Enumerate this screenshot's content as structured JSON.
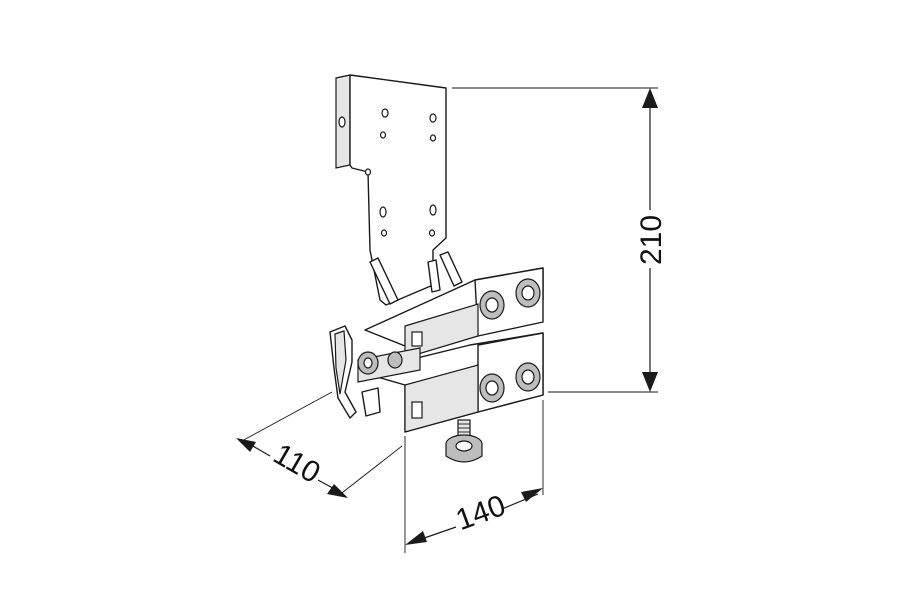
{
  "dimensions": {
    "height": "210",
    "width": "140",
    "depth": "110"
  }
}
